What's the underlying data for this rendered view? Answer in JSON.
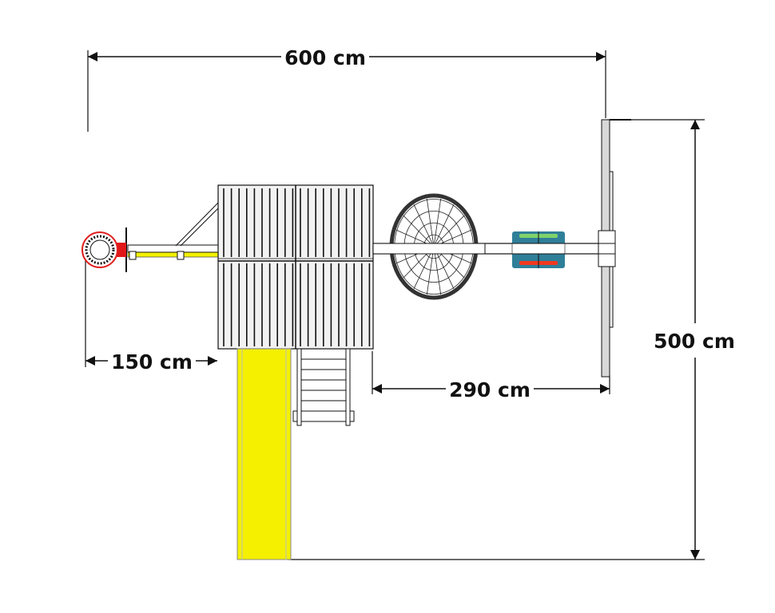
{
  "dimensions": {
    "total_width": "600 cm",
    "total_depth": "500 cm",
    "basket_offset": "150 cm",
    "swing_beam_length": "290 cm"
  },
  "colors": {
    "slide": "#f4f000",
    "basket_ring": "#e02020",
    "swing_seat": "#2f7f99",
    "seat_green": "#7fd36a",
    "seat_red": "#f03a20",
    "wood": "#f2f2f2",
    "line": "#111111"
  }
}
